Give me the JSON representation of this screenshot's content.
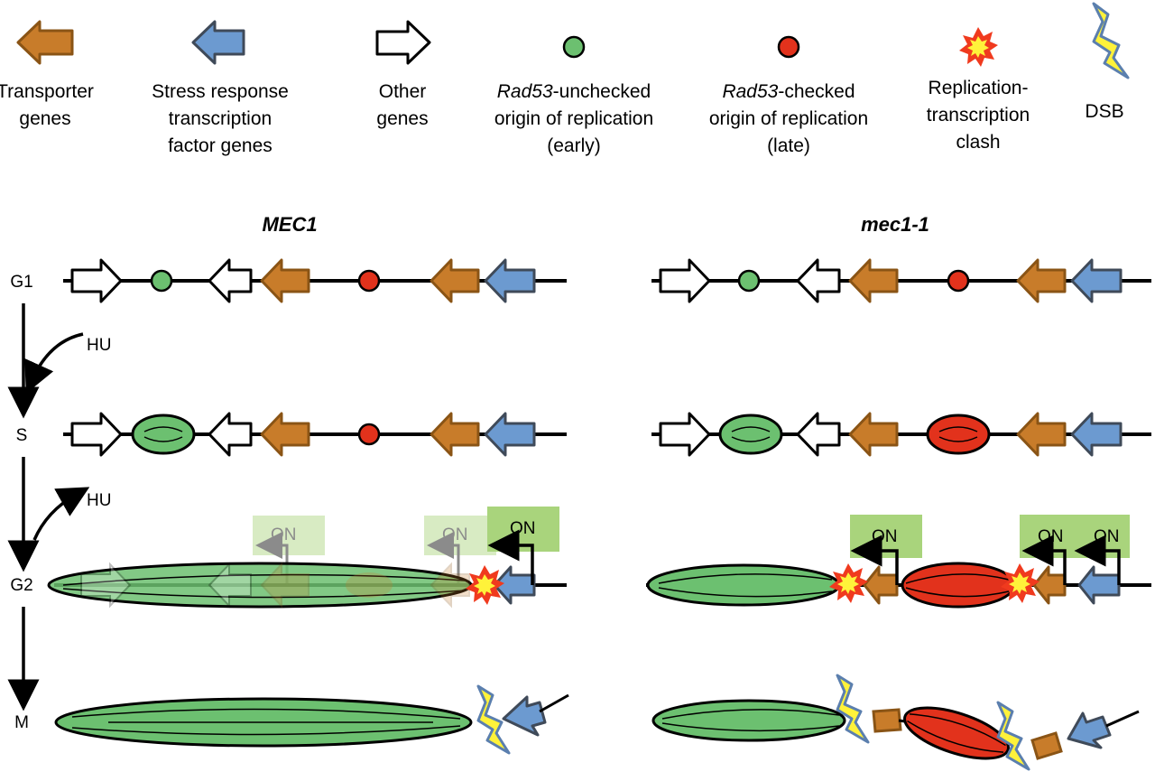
{
  "legend": {
    "transporter": {
      "line1": "Transporter",
      "line2": "genes"
    },
    "stress": {
      "line1": "Stress response",
      "line2": "transcription",
      "line3": "factor genes"
    },
    "other": {
      "line1": "Other",
      "line2": "genes"
    },
    "unchecked": {
      "line1_italic": "Rad53",
      "line1_rest": "-unchecked",
      "line2": "origin of replication",
      "line3": "(early)"
    },
    "checked": {
      "line1_italic": "Rad53",
      "line1_rest": "-checked",
      "line2": "origin of replication",
      "line3": "(late)"
    },
    "clash": {
      "line1": "Replication-",
      "line2": "transcription",
      "line3": "clash"
    },
    "dsb": {
      "line1": "DSB"
    }
  },
  "panels": {
    "left": {
      "title": "MEC1"
    },
    "right": {
      "title": "mec1-1"
    }
  },
  "phases": {
    "g1": "G1",
    "s": "S",
    "g2": "G2",
    "m": "M"
  },
  "hu_label": "HU",
  "on_label": "ON",
  "colors": {
    "transporter": "#C87C2A",
    "transporter_stroke": "#8A5415",
    "stress": "#6C9AD0",
    "stress_stroke": "#3F4A59",
    "origin_early": "#6CC070",
    "origin_late": "#E2321C",
    "on_box": "#A9D47C",
    "clash_outer": "#F03A1E",
    "clash_inner": "#FFF23A",
    "dsb_fill": "#FFF23A",
    "dsb_stroke": "#5B7FAE"
  }
}
